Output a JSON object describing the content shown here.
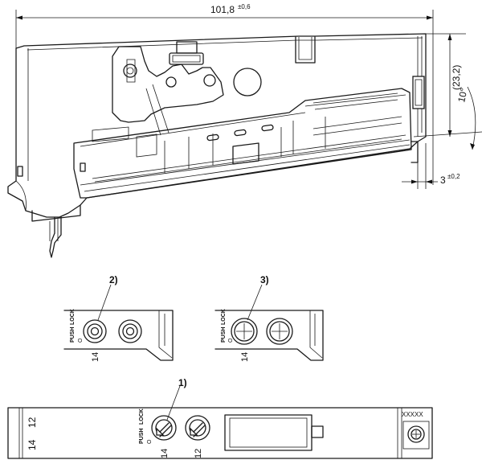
{
  "dimensions": {
    "width_main": "101,8",
    "width_main_tol": "±0,6",
    "height_ref": "(23,2)",
    "angle": "10°",
    "offset": "3",
    "offset_tol": "±0,2"
  },
  "callouts": {
    "c1": "1)",
    "c2": "2)",
    "c3": "3)"
  },
  "labels": {
    "push": "PUSH",
    "lock": "LOCK",
    "circle": "O",
    "term14": "14",
    "term12": "12",
    "serial": "XXXXX"
  }
}
